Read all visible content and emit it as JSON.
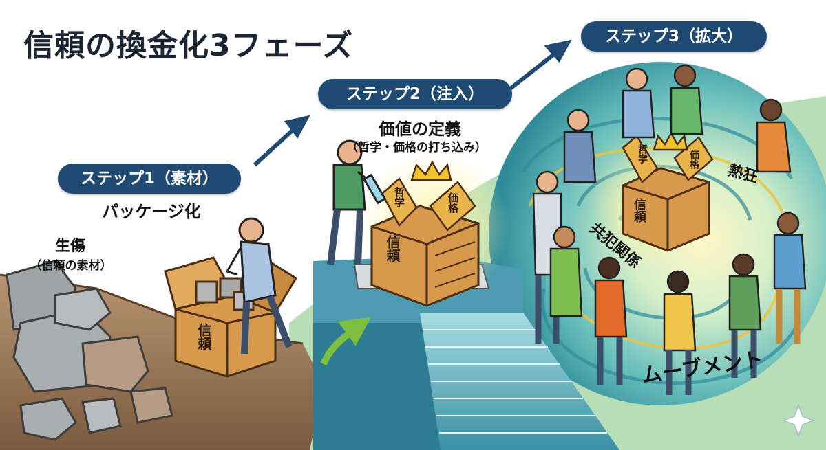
{
  "title": "信頼の換金化3フェーズ",
  "steps": [
    {
      "pill": "ステップ1（素材）",
      "heading": "パッケージ化",
      "raw_label": "生傷",
      "raw_sub": "（信頼の素材）",
      "box_label": "信頼"
    },
    {
      "pill": "ステップ2（注入）",
      "heading": "価値の定義",
      "sub": "（哲学・価格の打ち込み）",
      "box_label": "信頼",
      "tag1": "哲学",
      "tag2": "価格"
    },
    {
      "pill": "ステップ3（拡大）",
      "box_label": "信頼",
      "tag1": "哲学",
      "tag2": "価格",
      "word_left": "共犯関係",
      "word_right": "熱狂",
      "word_bottom": "ムーブメント"
    }
  ],
  "colors": {
    "pill_bg": "#1e4a73",
    "arrow": "#1e4a73",
    "arrow_green": "#7fbf3f",
    "box": "#d79a4c",
    "cliff": "#9b7a5c",
    "stairs": "#7cc5cf",
    "swirl": "#4fb0b5"
  }
}
